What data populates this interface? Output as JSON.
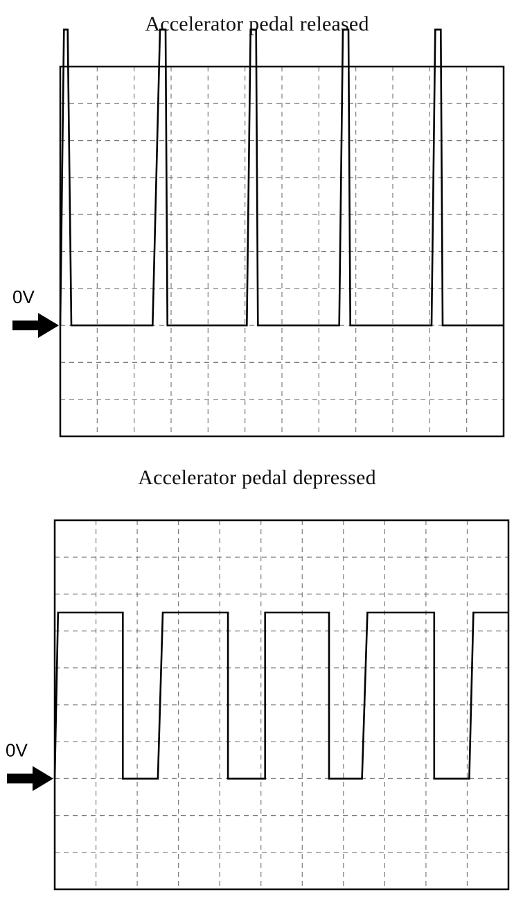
{
  "chart_data": [
    {
      "type": "line",
      "title": "Accelerator pedal released",
      "zero_marker_label": "0V",
      "grid": true,
      "grid_style": "dashed",
      "divisions": {
        "x": 12,
        "y": 10
      },
      "zero_level_div": 3,
      "series": [
        {
          "points": [
            [
              0.0,
              0.0
            ],
            [
              0.1,
              8.0
            ],
            [
              0.2,
              8.0
            ],
            [
              0.3,
              0.0
            ],
            [
              2.5,
              0.0
            ],
            [
              2.7,
              8.0
            ],
            [
              2.85,
              8.0
            ],
            [
              2.9,
              0.0
            ],
            [
              5.05,
              0.0
            ],
            [
              5.15,
              8.0
            ],
            [
              5.3,
              8.0
            ],
            [
              5.35,
              0.0
            ],
            [
              7.55,
              0.0
            ],
            [
              7.65,
              8.0
            ],
            [
              7.8,
              8.0
            ],
            [
              7.85,
              0.0
            ],
            [
              10.05,
              0.0
            ],
            [
              10.15,
              8.0
            ],
            [
              10.3,
              8.0
            ],
            [
              10.35,
              0.0
            ],
            [
              12.0,
              0.0
            ]
          ]
        }
      ],
      "stroke_color": "#000000"
    },
    {
      "type": "line",
      "title": "Accelerator pedal depressed",
      "zero_marker_label": "0V",
      "grid": true,
      "grid_style": "dashed",
      "divisions": {
        "x": 11,
        "y": 10
      },
      "zero_level_div": 3,
      "series": [
        {
          "points": [
            [
              0.0,
              0.0
            ],
            [
              0.08,
              4.5
            ],
            [
              0.12,
              4.5
            ],
            [
              1.65,
              4.5
            ],
            [
              1.65,
              0.0
            ],
            [
              2.5,
              0.0
            ],
            [
              2.62,
              4.5
            ],
            [
              4.2,
              4.5
            ],
            [
              4.2,
              0.0
            ],
            [
              5.1,
              0.0
            ],
            [
              5.1,
              4.5
            ],
            [
              6.65,
              4.5
            ],
            [
              6.65,
              0.0
            ],
            [
              7.45,
              0.0
            ],
            [
              7.58,
              4.5
            ],
            [
              9.2,
              4.5
            ],
            [
              9.2,
              0.0
            ],
            [
              10.05,
              0.0
            ],
            [
              10.15,
              4.5
            ],
            [
              11.0,
              4.5
            ]
          ]
        }
      ],
      "stroke_color": "#000000"
    }
  ]
}
